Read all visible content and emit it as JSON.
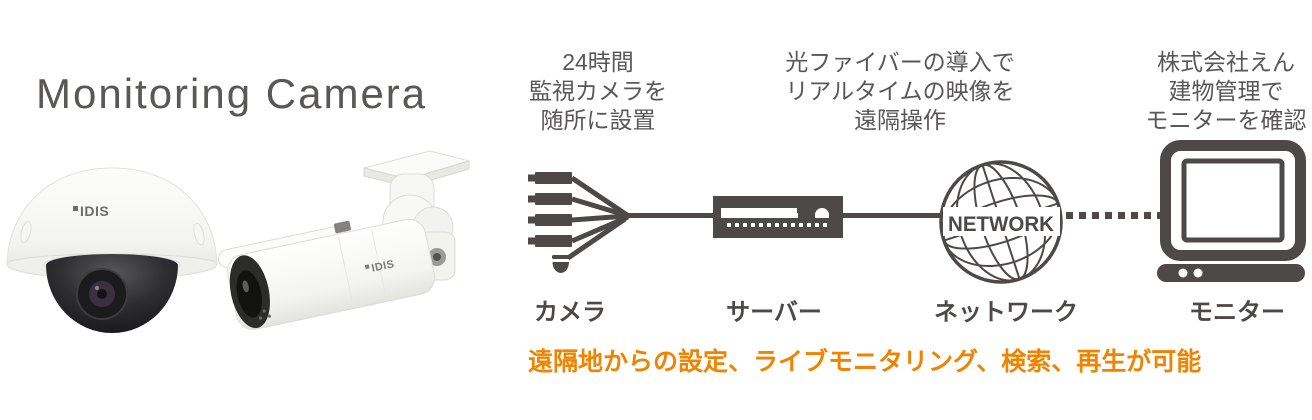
{
  "title": "Monitoring Camera",
  "brand_logo": "IDIS",
  "diagram": {
    "captions": [
      {
        "lines": [
          "24時間",
          "監視カメラを",
          "随所に設置"
        ]
      },
      {
        "lines": [
          "光ファイバーの導入で",
          "リアルタイムの映像を",
          "遠隔操作"
        ]
      },
      {
        "lines": [
          "株式会社えん",
          "建物管理で",
          "モニターを確認"
        ]
      }
    ],
    "nodes": [
      {
        "label": "カメラ"
      },
      {
        "label": "サーバー"
      },
      {
        "label": "ネットワーク"
      },
      {
        "label": "モニター"
      }
    ],
    "globe_text": "NETWORK"
  },
  "footnote": "遠隔地からの設定、ライブモニタリング、検索、再生が可能",
  "colors": {
    "icon_dark": "#4c4948",
    "caption_gray": "#595757",
    "accent_orange": "#f08300"
  }
}
